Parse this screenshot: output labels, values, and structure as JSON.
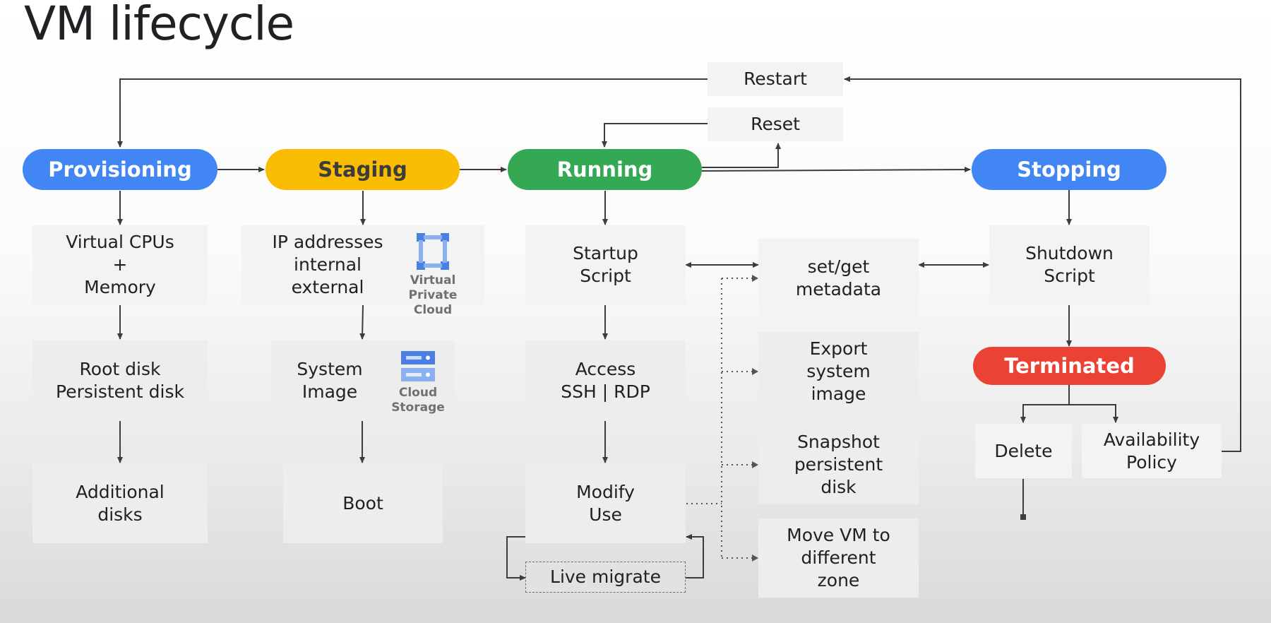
{
  "title": "VM lifecycle",
  "states": {
    "provisioning": "Provisioning",
    "staging": "Staging",
    "running": "Running",
    "stopping": "Stopping",
    "terminated": "Terminated"
  },
  "colors": {
    "provisioning": "#4285F4",
    "staging": "#FBBC04",
    "running": "#34A853",
    "stopping": "#4285F4",
    "terminated": "#EA4335",
    "icon": "#4A7FE3"
  },
  "actions": {
    "restart": "Restart",
    "reset": "Reset"
  },
  "provisioning_steps": {
    "cpus": [
      "Virtual CPUs",
      "+",
      "Memory"
    ],
    "root_disk": [
      "Root disk",
      "Persistent disk"
    ],
    "additional": [
      "Additional",
      "disks"
    ]
  },
  "staging_steps": {
    "ip": [
      "IP addresses",
      "internal",
      "external"
    ],
    "vpc_label": [
      "Virtual Private",
      "Cloud"
    ],
    "vpc_icon": "virtual-private-cloud-icon",
    "system_image": [
      "System",
      "Image"
    ],
    "storage_label": [
      "Cloud",
      "Storage"
    ],
    "storage_icon": "cloud-storage-icon",
    "boot": "Boot"
  },
  "running_steps": {
    "startup": [
      "Startup",
      "Script"
    ],
    "access": [
      "Access",
      "SSH | RDP"
    ],
    "modify": [
      "Modify",
      "Use"
    ],
    "live_migrate": "Live migrate"
  },
  "operations": {
    "metadata": [
      "set/get",
      "metadata"
    ],
    "export": [
      "Export",
      "system",
      "image"
    ],
    "snapshot": [
      "Snapshot",
      "persistent",
      "disk"
    ],
    "move": [
      "Move VM to",
      "different",
      "zone"
    ]
  },
  "stopping_steps": {
    "shutdown": [
      "Shutdown",
      "Script"
    ],
    "delete": "Delete",
    "availability": [
      "Availability",
      "Policy"
    ]
  }
}
